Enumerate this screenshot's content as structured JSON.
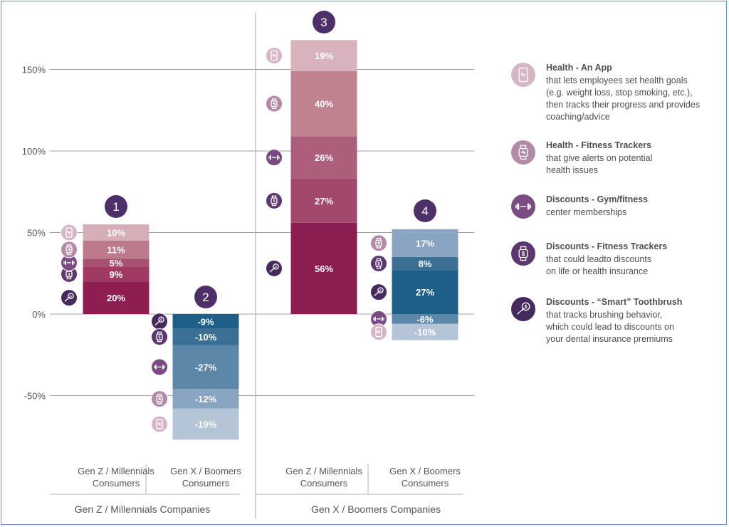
{
  "chart_data": {
    "type": "bar",
    "stacked": true,
    "y_ticks": [
      "150%",
      "100%",
      "50%",
      "0%",
      "-50%"
    ],
    "y_tick_values": [
      150,
      100,
      50,
      0,
      -50
    ],
    "ylim": [
      -80,
      185
    ],
    "groups": [
      {
        "label": "Gen Z / Millennials Companies",
        "bars": [
          {
            "number": "1",
            "label": "Gen Z / Millennials\nConsumers",
            "palette": "purple",
            "segments": [
              {
                "series": "Discounts - “Smart” Toothbrush",
                "value": 20,
                "label": "20%",
                "color": "#8e1e52"
              },
              {
                "series": "Discounts - Fitness Trackers",
                "value": 9,
                "label": "9%",
                "color": "#a03a63"
              },
              {
                "series": "Discounts - Gym/fitness",
                "value": 5,
                "label": "5%",
                "color": "#a75070"
              },
              {
                "series": "Health - Fitness Trackers",
                "value": 11,
                "label": "11%",
                "color": "#bb7b8d"
              },
              {
                "series": "Health - An App",
                "value": 10,
                "label": "10%",
                "color": "#d6aeb8"
              }
            ]
          },
          {
            "number": "2",
            "label": "Gen X / Boomers\nConsumers",
            "palette": "blue",
            "segments": [
              {
                "series": "Discounts - “Smart” Toothbrush",
                "value": -9,
                "label": "-9%",
                "color": "#1e5f8a"
              },
              {
                "series": "Discounts - Fitness Trackers",
                "value": -10,
                "label": "-10%",
                "color": "#3c6f94"
              },
              {
                "series": "Discounts - Gym/fitness",
                "value": -27,
                "label": "-27%",
                "color": "#5d87a9"
              },
              {
                "series": "Health - Fitness Trackers",
                "value": -12,
                "label": "-12%",
                "color": "#8aa5c1"
              },
              {
                "series": "Health - An App",
                "value": -19,
                "label": "-19%",
                "color": "#b5c5d8"
              }
            ]
          }
        ]
      },
      {
        "label": "Gen X / Boomers Companies",
        "bars": [
          {
            "number": "3",
            "label": "Gen Z / Millennials\nConsumers",
            "palette": "purple",
            "segments": [
              {
                "series": "Discounts - “Smart” Toothbrush",
                "value": 56,
                "label": "56%",
                "color": "#8a1e50"
              },
              {
                "series": "Discounts - Fitness Trackers",
                "value": 27,
                "label": "27%",
                "color": "#a2486c"
              },
              {
                "series": "Discounts - Gym/fitness",
                "value": 26,
                "label": "26%",
                "color": "#ad5e7b"
              },
              {
                "series": "Health - Fitness Trackers",
                "value": 40,
                "label": "40%",
                "color": "#c0828f"
              },
              {
                "series": "Health - An App",
                "value": 19,
                "label": "19%",
                "color": "#d8b3bd"
              }
            ]
          },
          {
            "number": "4",
            "label": "Gen X / Boomers\nConsumers",
            "palette": "blue",
            "segments": [
              {
                "series": "Discounts - “Smart” Toothbrush",
                "value": 27,
                "label": "27%",
                "color": "#1e5f8a"
              },
              {
                "series": "Discounts - Fitness Trackers",
                "value": 8,
                "label": "8%",
                "color": "#3c6f94"
              },
              {
                "series": "Health - Fitness Trackers",
                "value": 17,
                "label": "17%",
                "color": "#8aa5c1"
              },
              {
                "series": "Discounts - Gym/fitness",
                "value": -6,
                "label": "-6%",
                "color": "#5d87a9"
              },
              {
                "series": "Health - An App",
                "value": -10,
                "label": "-10%",
                "color": "#b5c5d8"
              }
            ]
          }
        ]
      }
    ]
  },
  "legend": [
    {
      "title": "Health - An App",
      "desc": "that lets employees set health goals\n(e.g. weight loss, stop smoking, etc.),\nthen tracks their progress and provides\ncoaching/advice",
      "icon": "phone-icon",
      "color": "#d6b6c6"
    },
    {
      "title": "Health - Fitness Trackers",
      "desc": "that give alerts on potential\nhealth issues",
      "icon": "watch-icon",
      "color": "#b38aa8"
    },
    {
      "title": "Discounts - Gym/fitness",
      "desc": "center memberships",
      "icon": "dumbbell-icon",
      "color": "#7b4c84"
    },
    {
      "title": "Discounts - Fitness Trackers",
      "desc": "that could leadto discounts\non life or health insurance",
      "icon": "watch-dollar-icon",
      "color": "#5d3770"
    },
    {
      "title": "Discounts - “Smart” Toothbrush",
      "desc": "that tracks brushing behavior,\nwhich could lead to discounts on\nyour dental insurance premiums",
      "icon": "toothbrush-icon",
      "color": "#452a5e"
    }
  ],
  "colors": {
    "marker": "#4e3069",
    "grid": "#a0a0a0",
    "text": "#555555"
  }
}
